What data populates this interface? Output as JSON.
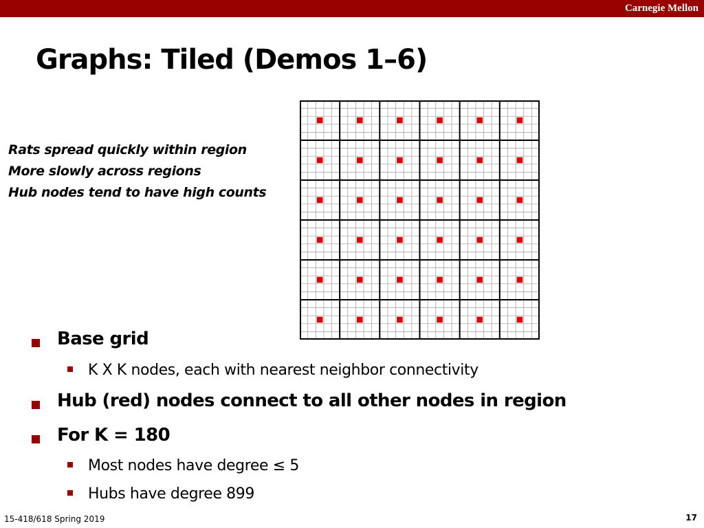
{
  "header": {
    "org": "Carnegie Mellon",
    "bar_color": "#990000"
  },
  "title": "Graphs: Tiled (Demos 1–6)",
  "notes": [
    "Rats spread quickly within region",
    "More slowly across regions",
    "Hub nodes tend to have high counts"
  ],
  "figure": {
    "regions_per_side": 6,
    "cells_per_region": 5,
    "hub_color": "#e00000",
    "grid_line_color": "#999999",
    "region_line_color": "#000000"
  },
  "bullets": [
    {
      "level": 1,
      "text": "Base grid"
    },
    {
      "level": 2,
      "text": "K X K nodes, each with nearest neighbor connectivity"
    },
    {
      "level": 1,
      "text": "Hub (red) nodes connect to all other nodes in region"
    },
    {
      "level": 1,
      "text": "For K = 180"
    },
    {
      "level": 2,
      "text": "Most nodes have degree ≤ 5"
    },
    {
      "level": 2,
      "text": "Hubs have degree 899"
    }
  ],
  "footer": {
    "course": "15-418/618 Spring 2019",
    "page": "17"
  }
}
